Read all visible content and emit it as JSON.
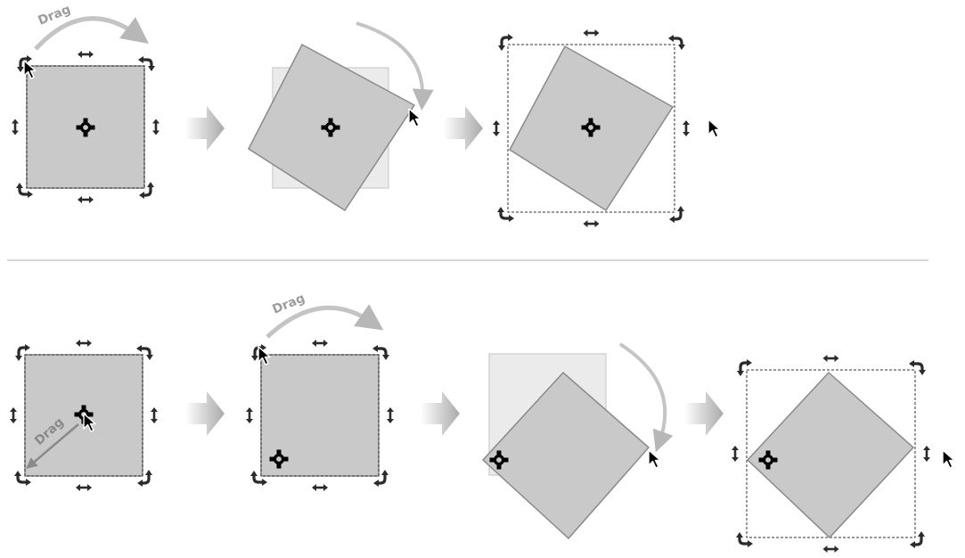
{
  "top_row": {
    "drag_label": "Drag"
  },
  "bottom_row": {
    "drag_label_center": "Drag",
    "drag_label_corner": "Drag"
  },
  "colors": {
    "shape_fill": "#c9c9c9",
    "shape_stroke": "#8a8a8a",
    "ghost_fill": "#ebebeb",
    "ghost_stroke": "#d4d4d4",
    "handle": "#2b2b2b",
    "drag_arrow": "#b7b7b7",
    "divider": "#c8c8c8"
  },
  "icons": [
    "rotate-handle-icon",
    "scale-handle-icon",
    "rotation-center-icon",
    "mouse-cursor-icon",
    "step-arrow-icon"
  ]
}
